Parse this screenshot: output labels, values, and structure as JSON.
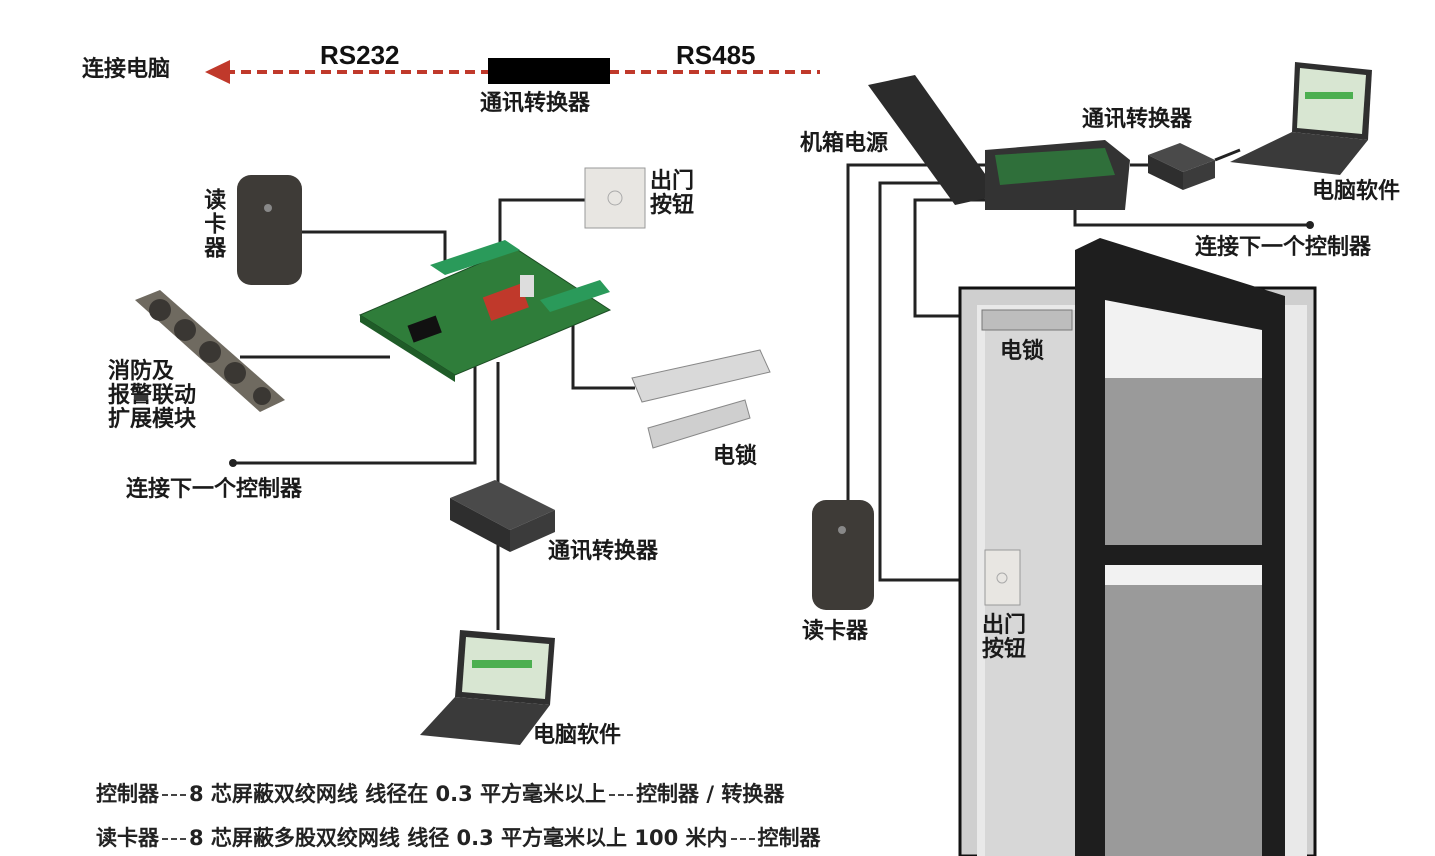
{
  "top_bus": {
    "connect_pc": "连接电脑",
    "rs232": "RS232",
    "rs485": "RS485",
    "converter": "通讯转换器"
  },
  "left_panel": {
    "card_reader": "读卡器",
    "exit_button": "出门\n按钮",
    "fire_module": "消防及\n报警联动\n扩展模块",
    "electric_lock": "电锁",
    "next_controller": "连接下一个控制器",
    "converter": "通讯转换器",
    "pc_software": "电脑软件"
  },
  "right_panel": {
    "chassis_power": "机箱电源",
    "converter": "通讯转换器",
    "pc_software": "电脑软件",
    "next_controller": "连接下一个控制器",
    "electric_lock": "电锁",
    "card_reader": "读卡器",
    "exit_button": "出门\n按钮"
  },
  "wiring_legend": [
    {
      "from": "控制器",
      "spec": "8 芯屏蔽双绞网线  线径在 0.3 平方毫米以上",
      "to": "控制器 / 转换器"
    },
    {
      "from": "读卡器",
      "spec": "8 芯屏蔽多股双绞网线  线径 0.3 平方毫米以上  100 米内",
      "to": "控制器"
    }
  ]
}
